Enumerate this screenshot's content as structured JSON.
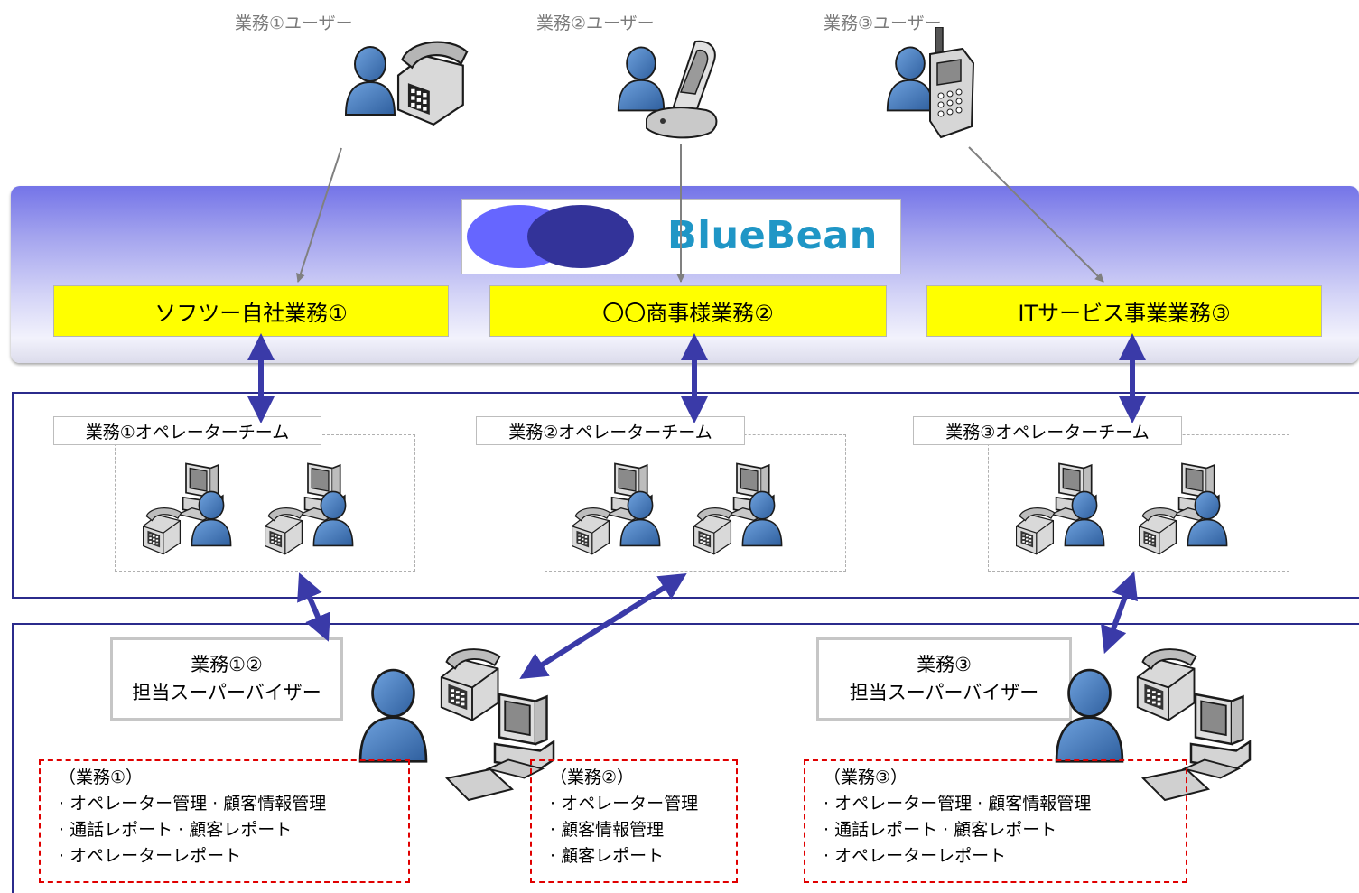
{
  "users": [
    {
      "label": "業務①ユーザー",
      "device": "desk-phone-icon"
    },
    {
      "label": "業務②ユーザー",
      "device": "flip-phone-icon"
    },
    {
      "label": "業務③ユーザー",
      "device": "mobile-phone-icon"
    }
  ],
  "platform": {
    "logo_text": "BlueBean"
  },
  "businesses": [
    "ソフツー自社業務①",
    "〇〇商事様業務②",
    "ITサービス事業業務③"
  ],
  "teams": [
    "業務①オペレーターチーム",
    "業務②オペレーターチーム",
    "業務③オペレーターチーム"
  ],
  "supervisors": [
    {
      "line1": "業務①②",
      "line2": "担当スーパーバイザー"
    },
    {
      "line1": "業務③",
      "line2": "担当スーパーバイザー"
    }
  ],
  "duties": [
    {
      "title": "（業務①）",
      "lines": [
        "· オペレーター管理 · 顧客情報管理",
        "· 通話レポート · 顧客レポート",
        "· オペレーターレポート"
      ]
    },
    {
      "title": "（業務②）",
      "lines": [
        "· オペレーター管理",
        "· 顧客情報管理",
        "· 顧客レポート"
      ]
    },
    {
      "title": "（業務③）",
      "lines": [
        "· オペレーター管理 · 顧客情報管理",
        "· 通話レポート · 顧客レポート",
        "· オペレーターレポート"
      ]
    }
  ],
  "colors": {
    "band": "#9a9aec",
    "business_fill": "#ffff00",
    "arrow": "#3a3aa8",
    "logo_text": "#1f96c6",
    "person": "#3a6fb5",
    "duty_border": "#e00000"
  }
}
